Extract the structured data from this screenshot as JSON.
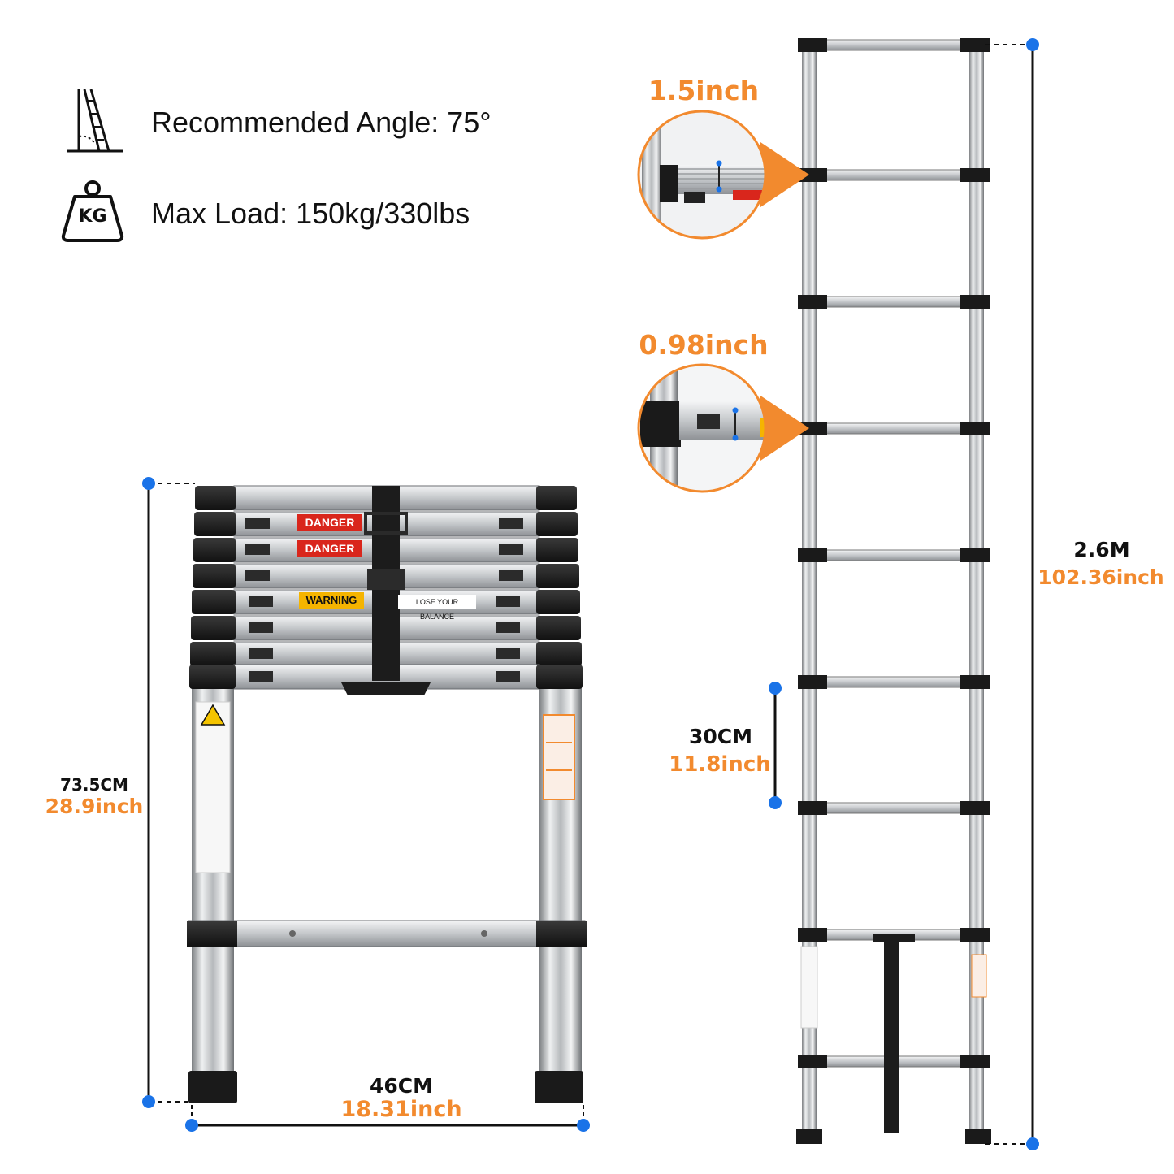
{
  "colors": {
    "accent": "#f28a2e",
    "marker": "#1a73e8",
    "ink": "#111111",
    "danger": "#d9261c",
    "warning": "#f5b400"
  },
  "specs": {
    "angle_icon": "ladder-angle-icon",
    "angle_text": "Recommended Angle: 75°",
    "load_icon": "weight-kg-icon",
    "load_icon_label": "KG",
    "load_text": "Max Load: 150kg/330lbs"
  },
  "labels": {
    "danger": "DANGER",
    "warning": "WARNING",
    "balance": "LOSE YOUR BALANCE"
  },
  "dimensions": {
    "collapsed_height": {
      "metric": "73.5CM",
      "imperial": "28.9inch"
    },
    "width": {
      "metric": "46CM",
      "imperial": "18.31inch"
    },
    "extended_height": {
      "metric": "2.6M",
      "imperial": "102.36inch"
    },
    "step_spacing": {
      "metric": "30CM",
      "imperial": "11.8inch"
    },
    "rung_depth": "1.5inch",
    "rung_thickness": "0.98inch"
  }
}
